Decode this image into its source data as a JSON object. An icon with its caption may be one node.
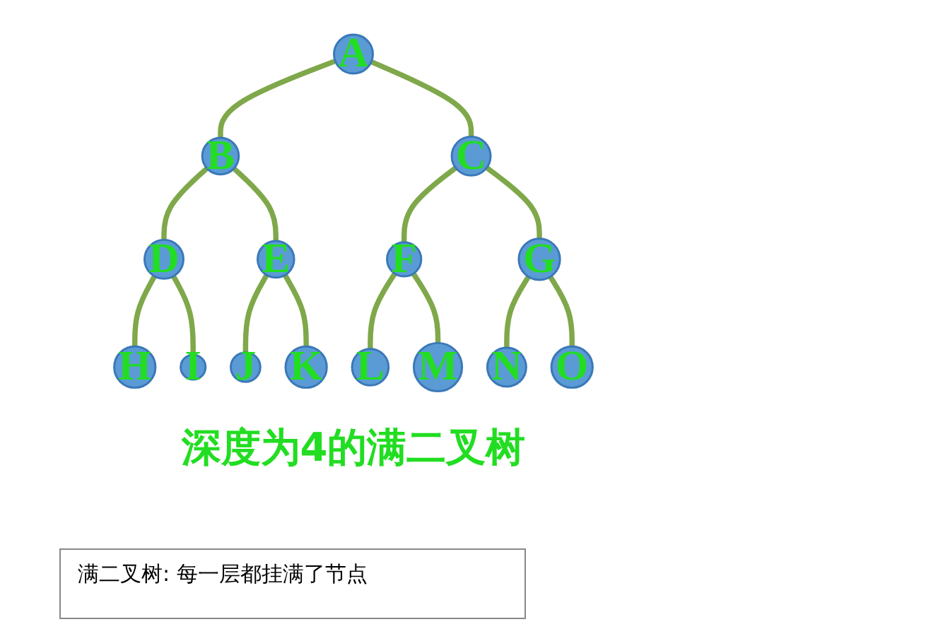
{
  "diagram": {
    "caption": "深度为4的满二叉树",
    "nodes": [
      {
        "text": [
          "A"
        ]
      },
      {
        "text": [
          "B"
        ]
      },
      {
        "text": [
          "C"
        ]
      },
      {
        "text": [
          "D"
        ]
      },
      {
        "text": [
          "E"
        ]
      },
      {
        "text": [
          "F"
        ]
      },
      {
        "text": [
          "G"
        ]
      },
      {
        "text": [
          "H"
        ]
      },
      {
        "text": [
          "I"
        ]
      },
      {
        "text": [
          "J"
        ]
      },
      {
        "text": [
          "K"
        ]
      },
      {
        "text": [
          "L"
        ]
      },
      {
        "text": [
          "M"
        ]
      },
      {
        "text": [
          "N"
        ]
      },
      {
        "text": [
          "O"
        ]
      }
    ],
    "edges": [
      {
        "from": 0,
        "to": 1,
        "arrow": "none"
      },
      {
        "from": 0,
        "to": 2,
        "arrow": "none"
      },
      {
        "from": 1,
        "to": 3,
        "arrow": "none"
      },
      {
        "from": 1,
        "to": 4,
        "arrow": "none"
      },
      {
        "from": 2,
        "to": 5,
        "arrow": "none"
      },
      {
        "from": 2,
        "to": 6,
        "arrow": "none"
      },
      {
        "from": 3,
        "to": 7,
        "arrow": "none"
      },
      {
        "from": 3,
        "to": 8,
        "arrow": "none"
      },
      {
        "from": 4,
        "to": 9,
        "arrow": "none"
      },
      {
        "from": 4,
        "to": 10,
        "arrow": "none"
      },
      {
        "from": 5,
        "to": 11,
        "arrow": "none"
      },
      {
        "from": 5,
        "to": 12,
        "arrow": "none"
      },
      {
        "from": 6,
        "to": 13,
        "arrow": "none"
      },
      {
        "from": 6,
        "to": 14,
        "arrow": "none"
      }
    ],
    "labels": [
      "满二叉树: 每一层都挂满了节点"
    ]
  }
}
